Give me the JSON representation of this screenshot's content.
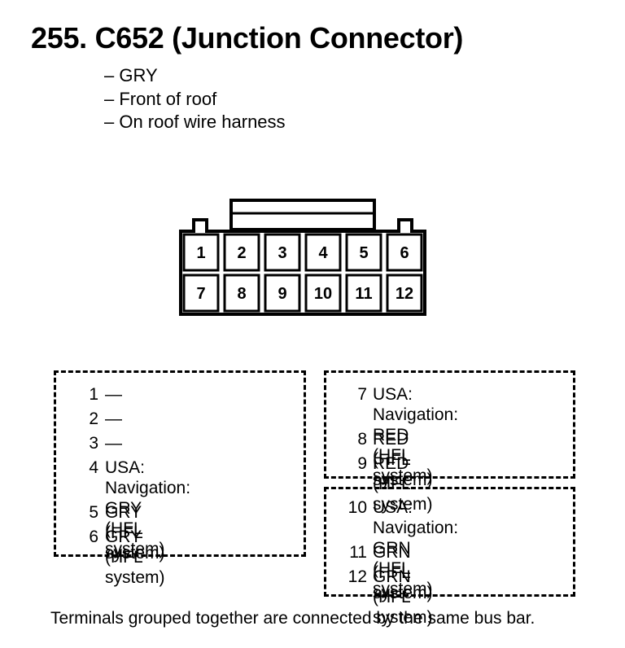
{
  "title": "255. C652 (Junction Connector)",
  "details": [
    "– GRY",
    "– Front of roof",
    "– On roof wire harness"
  ],
  "connector": {
    "top_row": [
      "1",
      "2",
      "3",
      "4",
      "5",
      "6"
    ],
    "bottom_row": [
      "7",
      "8",
      "9",
      "10",
      "11",
      "12"
    ]
  },
  "groups": [
    {
      "terminals": [
        {
          "num": "1",
          "desc": "—"
        },
        {
          "num": "2",
          "desc": "—"
        },
        {
          "num": "3",
          "desc": "—"
        },
        {
          "num": "4",
          "desc": "USA: Navigation: GRY\n(HFL system)"
        },
        {
          "num": "5",
          "desc": "GRY (HFL system)"
        },
        {
          "num": "6",
          "desc": "GRY (HFL system)"
        }
      ]
    },
    {
      "terminals": [
        {
          "num": "7",
          "desc": "USA: Navigation: RED\n(HFL system)"
        },
        {
          "num": "8",
          "desc": "RED (HFL system)"
        },
        {
          "num": "9",
          "desc": "RED (HFL system)"
        }
      ]
    },
    {
      "terminals": [
        {
          "num": "10",
          "desc": "USA: Navigation: GRN\n(HFL system)"
        },
        {
          "num": "11",
          "desc": "GRN (HFL system)"
        },
        {
          "num": "12",
          "desc": "GRN (HFL system)"
        }
      ]
    }
  ],
  "footnote": "Terminals grouped together are connected by the same bus bar."
}
